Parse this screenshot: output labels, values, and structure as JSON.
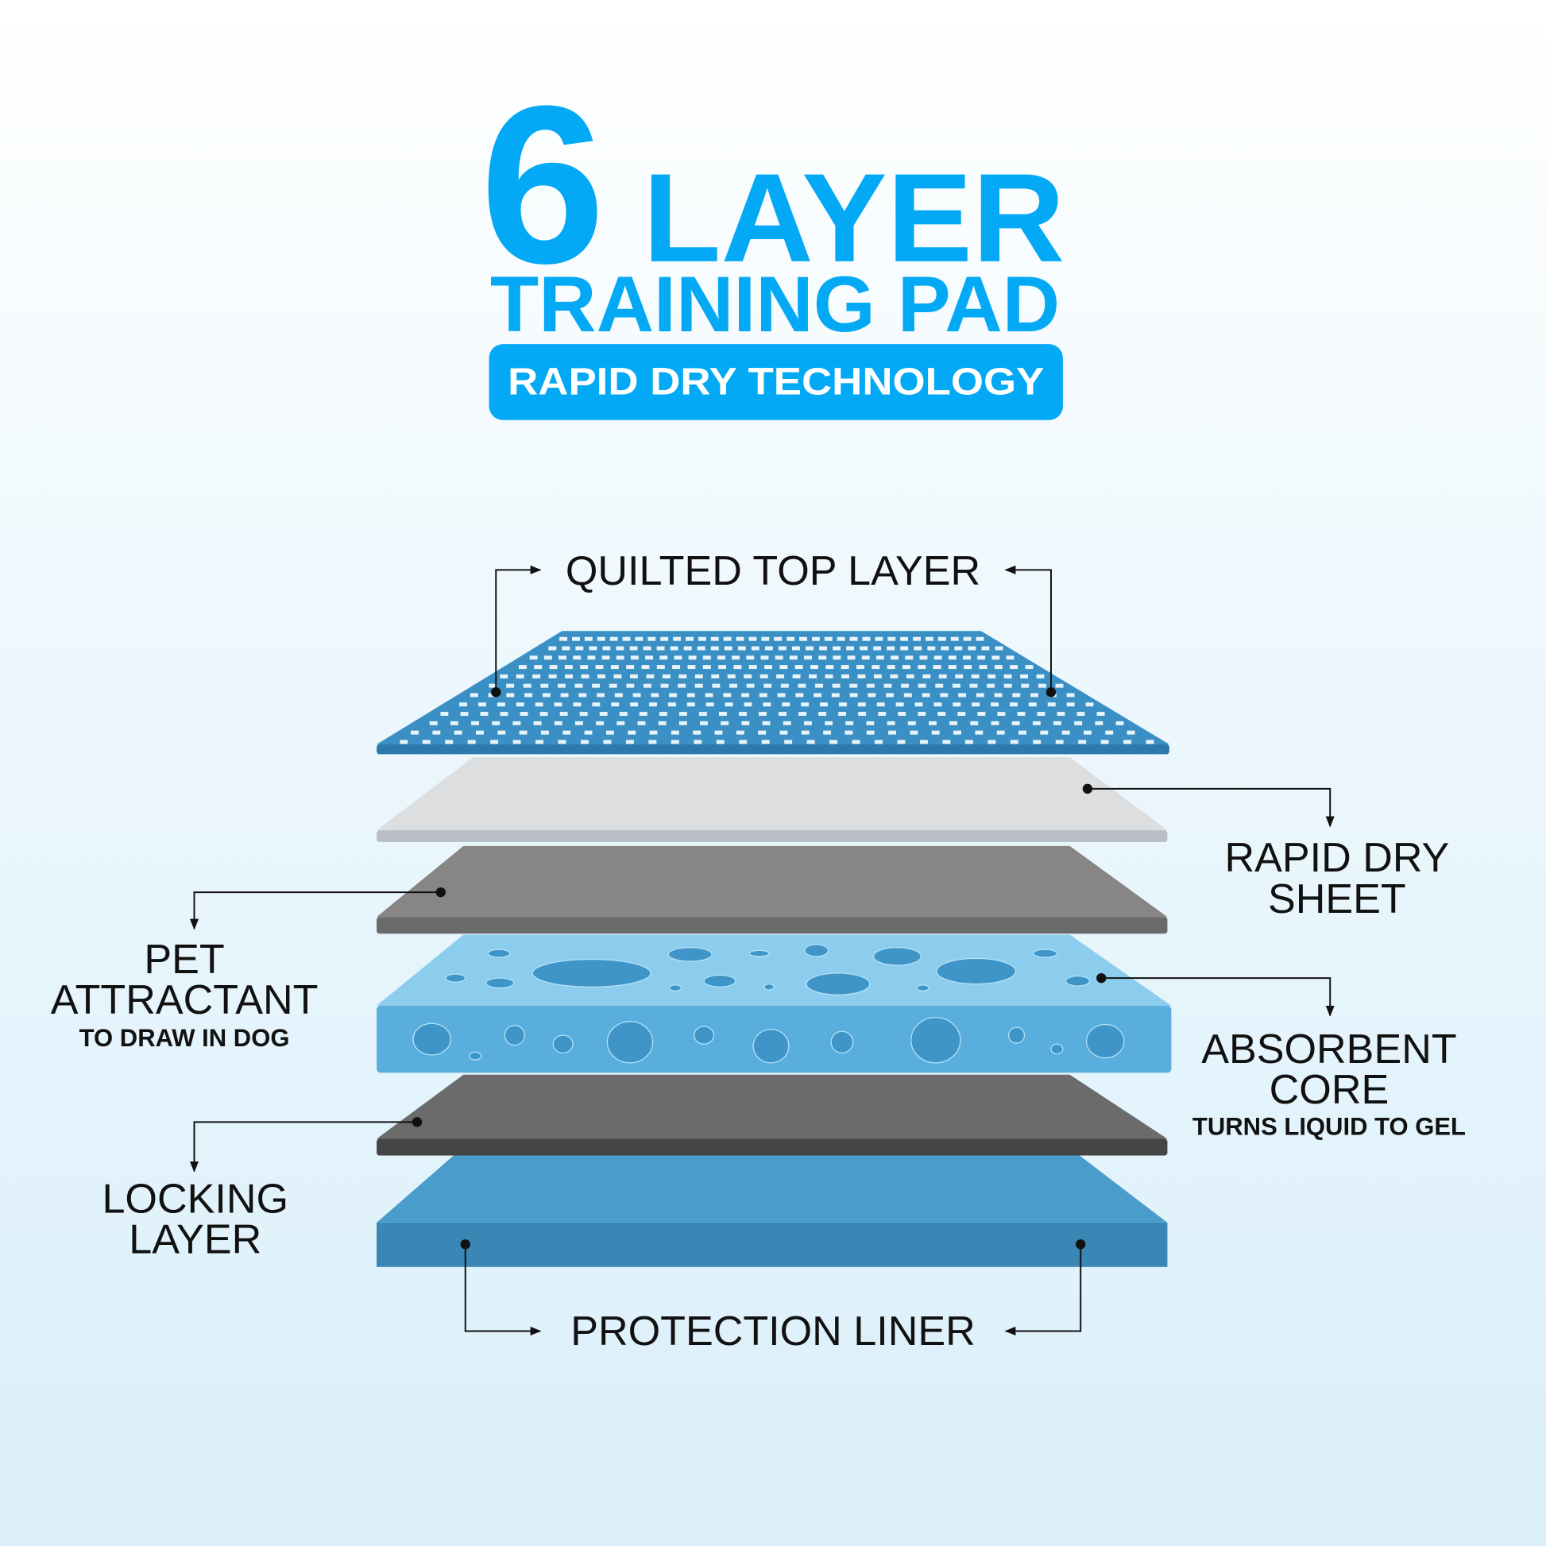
{
  "title": {
    "number": "6",
    "word": "LAYER",
    "line2": "TRAINING PAD",
    "badge": "RAPID DRY TECHNOLOGY"
  },
  "colors": {
    "accent": "#03a9f4",
    "quilted": "#3a8fc4",
    "sheet": "#dcdedf",
    "attractant": "#878684",
    "core": "#8ccdee",
    "locking": "#6b6b6b",
    "liner": "#3a8ab8"
  },
  "layers": {
    "quilted": {
      "label": "QUILTED TOP LAYER"
    },
    "rapid_dry": {
      "line1": "RAPID DRY",
      "line2": "SHEET"
    },
    "pet_attractant": {
      "line1": "PET",
      "line2": "ATTRACTANT",
      "sub": "TO DRAW IN DOG"
    },
    "absorbent": {
      "line1": "ABSORBENT",
      "line2": "CORE",
      "sub": "TURNS LIQUID TO GEL"
    },
    "locking": {
      "line1": "LOCKING",
      "line2": "LAYER"
    },
    "protection": {
      "label": "PROTECTION LINER"
    }
  }
}
